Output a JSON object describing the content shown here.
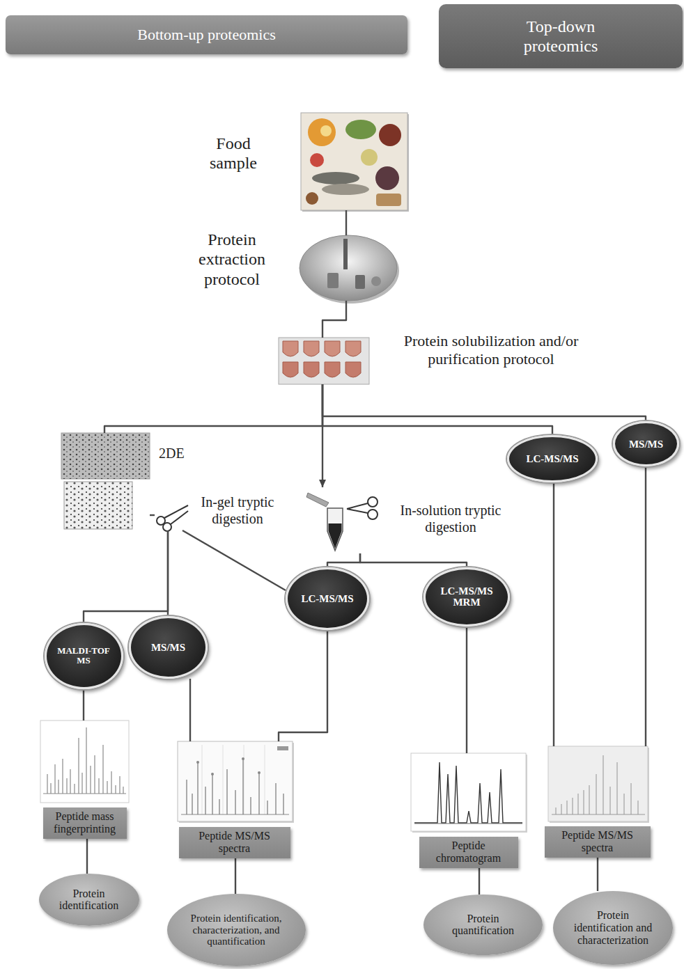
{
  "diagram": {
    "nodes": [
      {
        "text": [
          "Bottom-up proteomics"
        ]
      },
      {
        "text": [
          "Top-down proteomics"
        ]
      },
      {
        "text": [
          "Food sample"
        ]
      },
      {
        "text": [
          "Protein extraction protocol"
        ]
      },
      {
        "text": [
          "Protein solubilization and/or purification protocol"
        ]
      },
      {
        "text": [
          "2DE"
        ]
      },
      {
        "text": [
          "In-gel tryptic digestion"
        ]
      },
      {
        "text": [
          "In-solution tryptic digestion"
        ]
      },
      {
        "text": [
          "LC-MS/MS"
        ]
      },
      {
        "text": [
          "MS/MS"
        ]
      },
      {
        "text": [
          "LC-MS/MS"
        ]
      },
      {
        "text": [
          "LC-MS/MS MRM"
        ]
      },
      {
        "text": [
          "MALDI-TOF MS"
        ]
      },
      {
        "text": [
          "MS/MS"
        ]
      },
      {
        "text": [
          "Peptide mass fingerprinting"
        ]
      },
      {
        "text": [
          "Peptide MS/MS spectra"
        ]
      },
      {
        "text": [
          "Peptide chromatogram"
        ]
      },
      {
        "text": [
          "Peptide MS/MS spectra"
        ]
      },
      {
        "text": [
          "Protein identification"
        ]
      },
      {
        "text": [
          "Protein identification, characterization, and quantification"
        ]
      },
      {
        "text": [
          "Protein quantification"
        ]
      },
      {
        "text": [
          "Protein identification and characterization"
        ]
      }
    ],
    "edges": [
      {
        "from": 2,
        "to": 3,
        "arrow": "none"
      },
      {
        "from": 3,
        "to": 4,
        "arrow": "none"
      },
      {
        "from": 4,
        "to": 5,
        "arrow": "none"
      },
      {
        "from": 4,
        "to": 7,
        "arrow": "to"
      },
      {
        "from": 4,
        "to": 8,
        "arrow": "none"
      },
      {
        "from": 4,
        "to": 9,
        "arrow": "none"
      },
      {
        "from": 5,
        "to": 6,
        "arrow": "none"
      },
      {
        "from": 6,
        "to": 12,
        "arrow": "none"
      },
      {
        "from": 6,
        "to": 13,
        "arrow": "none"
      },
      {
        "from": 6,
        "to": 10,
        "arrow": "none"
      },
      {
        "from": 7,
        "to": 10,
        "arrow": "none"
      },
      {
        "from": 7,
        "to": 11,
        "arrow": "none"
      },
      {
        "from": 12,
        "to": 14,
        "arrow": "none"
      },
      {
        "from": 13,
        "to": 15,
        "arrow": "none"
      },
      {
        "from": 10,
        "to": 15,
        "arrow": "none"
      },
      {
        "from": 11,
        "to": 16,
        "arrow": "none"
      },
      {
        "from": 8,
        "to": 17,
        "arrow": "none"
      },
      {
        "from": 9,
        "to": 17,
        "arrow": "none"
      },
      {
        "from": 14,
        "to": 18,
        "arrow": "none"
      },
      {
        "from": 15,
        "to": 19,
        "arrow": "none"
      },
      {
        "from": 16,
        "to": 20,
        "arrow": "none"
      },
      {
        "from": 17,
        "to": 21,
        "arrow": "none"
      }
    ]
  }
}
